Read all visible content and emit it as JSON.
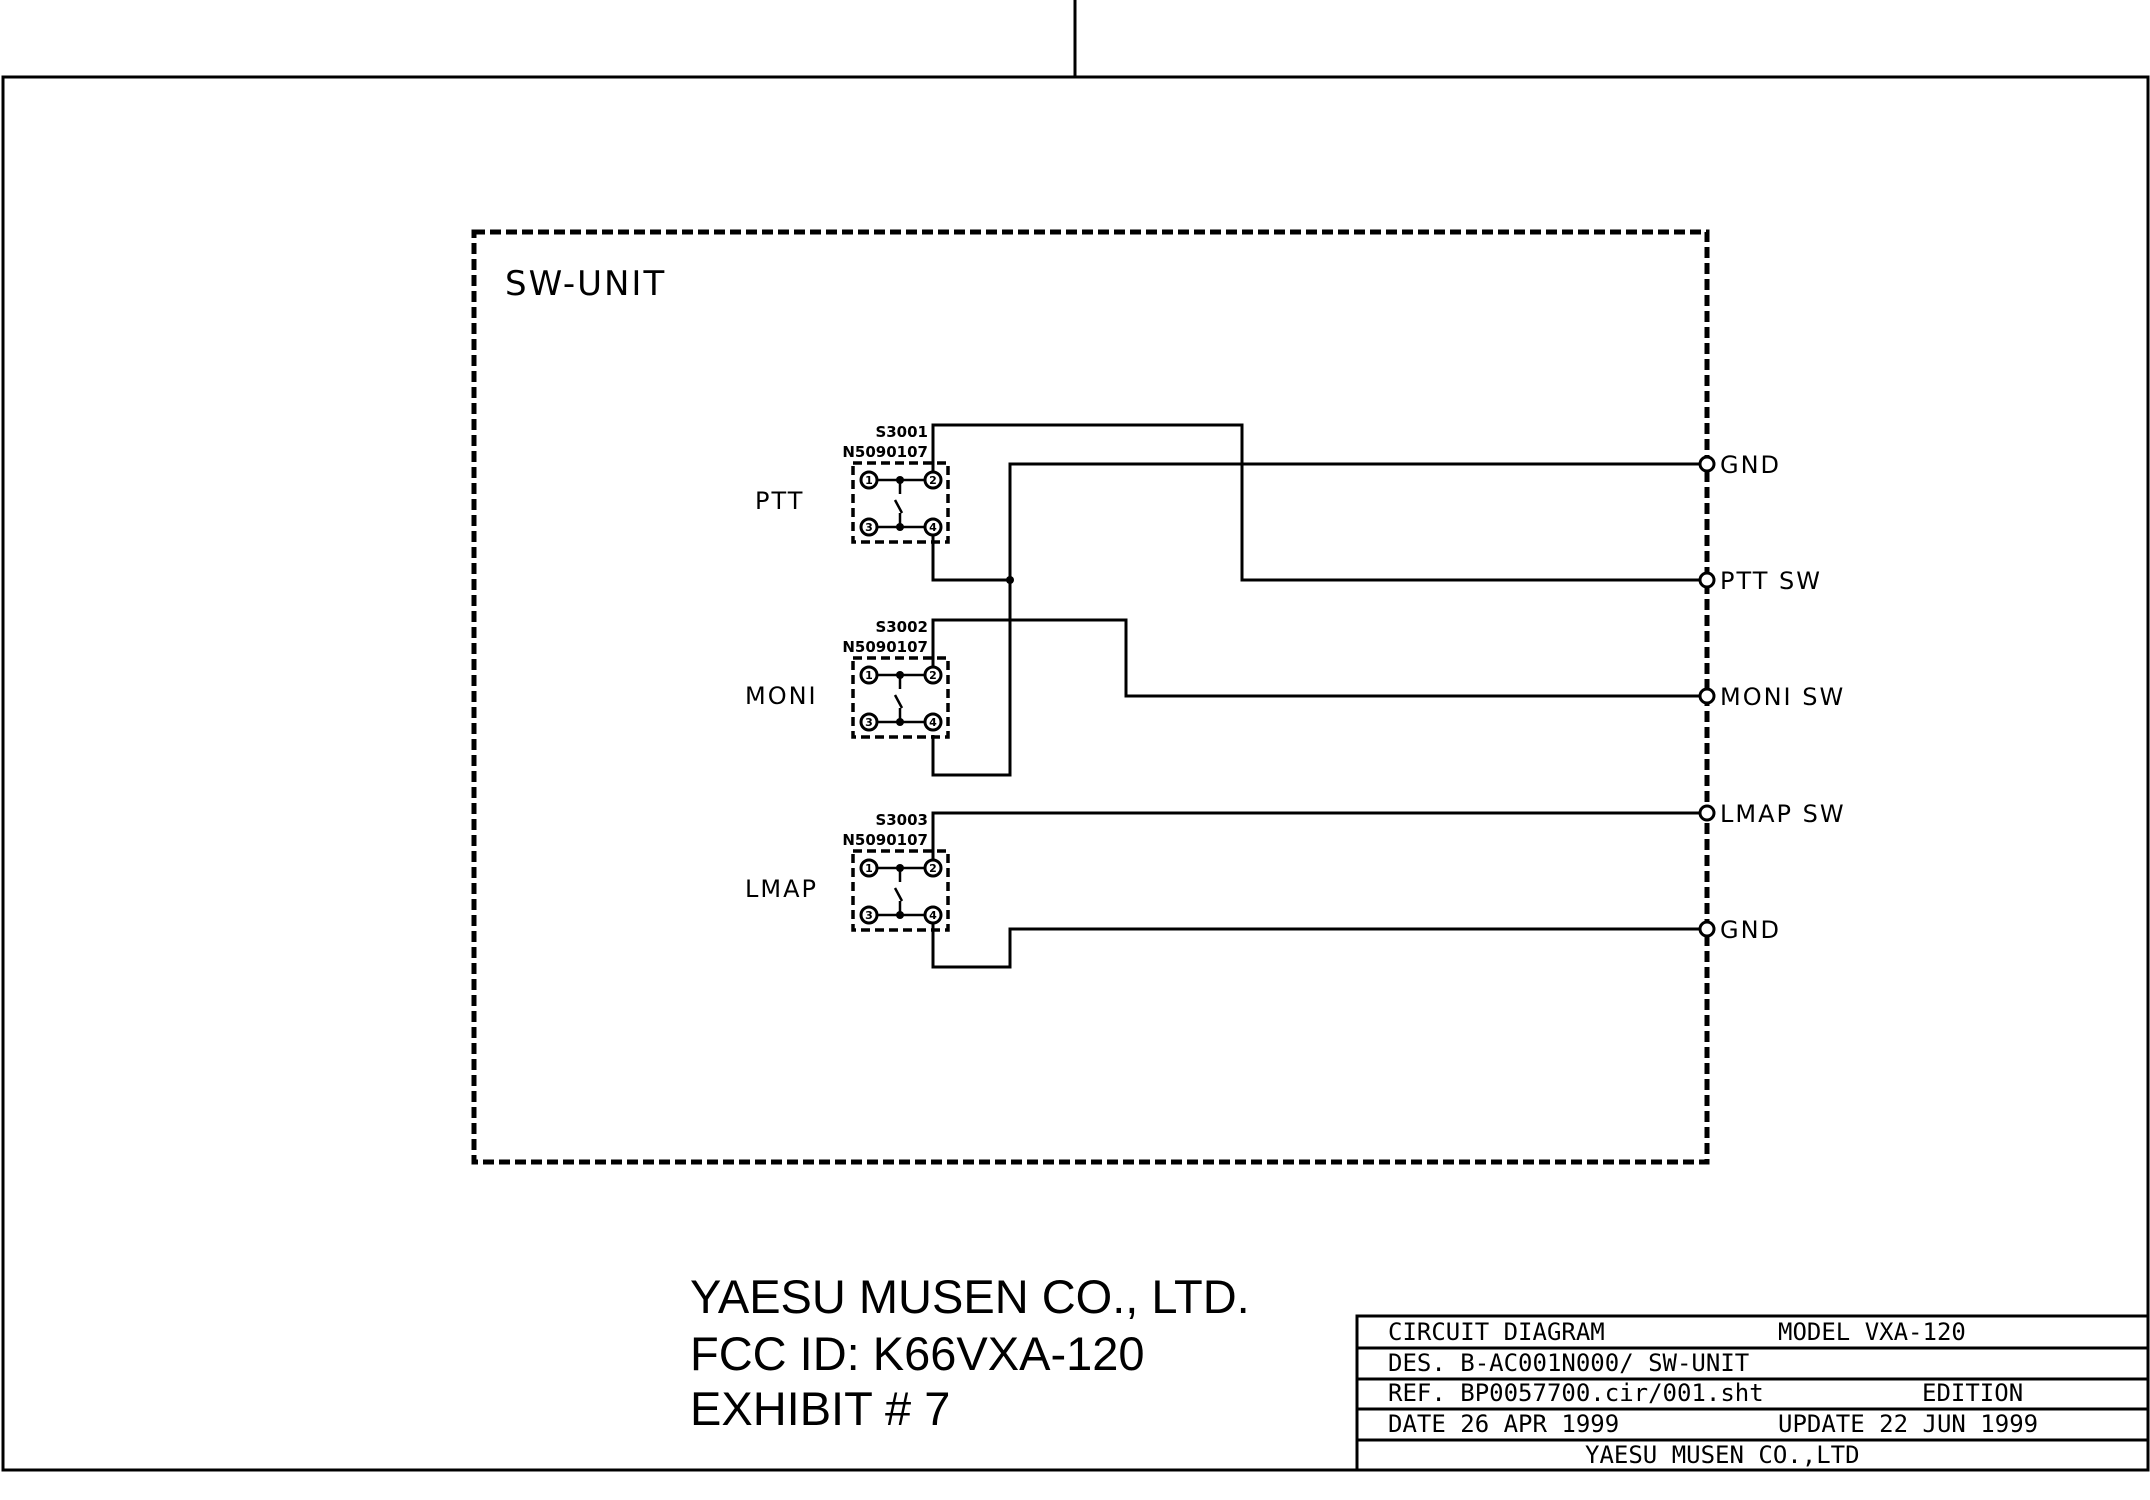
{
  "block": {
    "title": "SW-UNIT"
  },
  "switches": [
    {
      "ref": "S3001",
      "part": "N5090107",
      "label": "PTT"
    },
    {
      "ref": "S3002",
      "part": "N5090107",
      "label": "MONI"
    },
    {
      "ref": "S3003",
      "part": "N5090107",
      "label": "LMAP"
    }
  ],
  "connectors": [
    "GND",
    "PTT SW",
    "MONI SW",
    "LMAP SW",
    "GND"
  ],
  "pins": [
    "1",
    "2",
    "3",
    "4"
  ],
  "company_block": {
    "line1": "YAESU MUSEN CO., LTD.",
    "line2": "FCC ID: K66VXA-120",
    "line3": "EXHIBIT # 7"
  },
  "title_block": {
    "title": "CIRCUIT DIAGRAM",
    "model": "MODEL VXA-120",
    "des": "DES. B-AC001N000/ SW-UNIT",
    "ref": "REF. BP0057700.cir/001.sht",
    "edition": "EDITION",
    "date": "DATE 26 APR 1999",
    "update": "UPDATE 22 JUN 1999",
    "company": "YAESU MUSEN CO.,LTD"
  }
}
